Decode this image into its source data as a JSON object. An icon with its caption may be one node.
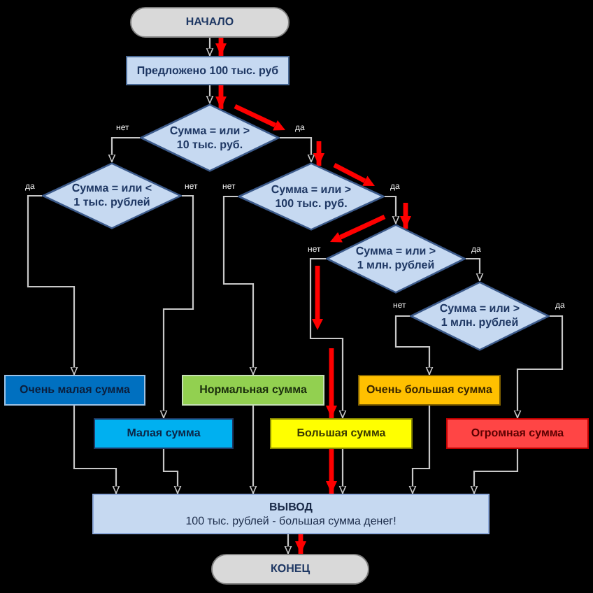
{
  "diagram": {
    "nodes": [
      {
        "text": [
          "НАЧАЛО"
        ]
      },
      {
        "text": [
          "Предложено 100 тыс. руб"
        ]
      },
      {
        "text": [
          "Сумма = или > 10 тыс. руб."
        ]
      },
      {
        "text": [
          "Сумма = или < 1 тыс. рублей"
        ]
      },
      {
        "text": [
          "Сумма = или > 100 тыс. руб."
        ]
      },
      {
        "text": [
          "Сумма = или > 1 млн. рублей"
        ]
      },
      {
        "text": [
          "Сумма = или > 1 млн. рублей"
        ]
      },
      {
        "text": [
          "Очень малая сумма"
        ]
      },
      {
        "text": [
          "Малая сумма"
        ]
      },
      {
        "text": [
          "Нормальная сумма"
        ]
      },
      {
        "text": [
          "Большая сумма"
        ]
      },
      {
        "text": [
          "Очень большая сумма"
        ]
      },
      {
        "text": [
          "Огромная сумма"
        ]
      },
      {
        "text": [
          "ВЫВОД",
          "100 тыс. рублей - большая сумма денег!"
        ]
      },
      {
        "text": [
          "КОНЕЦ"
        ]
      }
    ],
    "edges": [
      {
        "from": 0,
        "to": 1,
        "arrow": "to"
      },
      {
        "from": 1,
        "to": 2,
        "arrow": "to"
      },
      {
        "from": 2,
        "to": 3,
        "arrow": "to",
        "label": "нет"
      },
      {
        "from": 2,
        "to": 4,
        "arrow": "to",
        "label": "да"
      },
      {
        "from": 3,
        "to": 7,
        "arrow": "to",
        "label": "да"
      },
      {
        "from": 3,
        "to": 8,
        "arrow": "to",
        "label": "нет"
      },
      {
        "from": 4,
        "to": 9,
        "arrow": "to",
        "label": "нет"
      },
      {
        "from": 4,
        "to": 5,
        "arrow": "to",
        "label": "да"
      },
      {
        "from": 5,
        "to": 10,
        "arrow": "to",
        "label": "нет"
      },
      {
        "from": 5,
        "to": 6,
        "arrow": "to",
        "label": "да"
      },
      {
        "from": 6,
        "to": 11,
        "arrow": "to",
        "label": "нет"
      },
      {
        "from": 6,
        "to": 12,
        "arrow": "to",
        "label": "да"
      },
      {
        "from": 7,
        "to": 13,
        "arrow": "to"
      },
      {
        "from": 8,
        "to": 13,
        "arrow": "to"
      },
      {
        "from": 9,
        "to": 13,
        "arrow": "to"
      },
      {
        "from": 10,
        "to": 13,
        "arrow": "to"
      },
      {
        "from": 11,
        "to": 13,
        "arrow": "to"
      },
      {
        "from": 12,
        "to": 13,
        "arrow": "to"
      },
      {
        "from": 13,
        "to": 14,
        "arrow": "to"
      },
      {
        "from": 0,
        "to": 1,
        "arrow": "to",
        "style": "thick",
        "color": "#ff0000"
      },
      {
        "from": 1,
        "to": 2,
        "arrow": "to",
        "style": "thick",
        "color": "#ff0000"
      },
      {
        "from": null,
        "to": 4,
        "arrow": "to",
        "style": "thick",
        "color": "#ff0000"
      },
      {
        "from": null,
        "to": 5,
        "arrow": "to",
        "style": "thick",
        "color": "#ff0000"
      },
      {
        "from": null,
        "to": 10,
        "arrow": "to",
        "style": "thick",
        "color": "#ff0000"
      },
      {
        "from": 10,
        "to": 13,
        "arrow": "to",
        "style": "thick",
        "color": "#ff0000"
      },
      {
        "from": 13,
        "to": 14,
        "arrow": "to",
        "style": "thick",
        "color": "#ff0000"
      }
    ]
  }
}
